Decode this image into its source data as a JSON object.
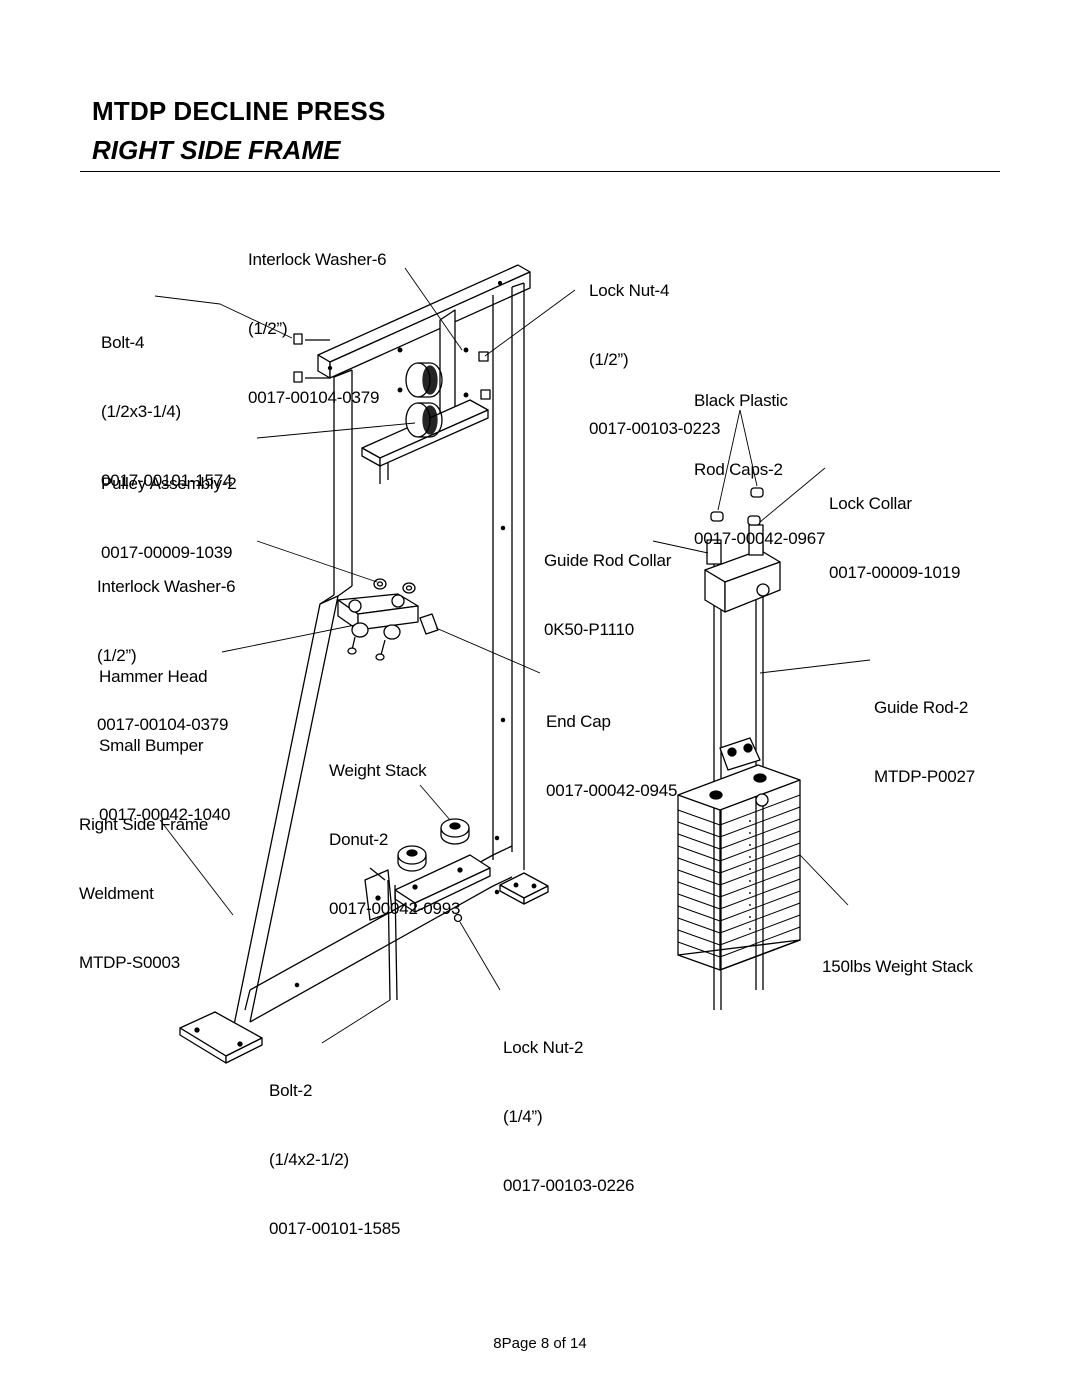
{
  "header": {
    "title": "MTDP DECLINE PRESS",
    "subtitle": "RIGHT SIDE FRAME"
  },
  "labels": {
    "interlock_washer_top": [
      "Interlock Washer-6",
      "(1/2”)",
      "0017-00104-0379"
    ],
    "lock_nut_4": [
      "Lock Nut-4",
      "(1/2”)",
      "0017-00103-0223"
    ],
    "bolt_4": [
      "Bolt-4",
      "(1/2x3-1/4)",
      "0017-00101-1574"
    ],
    "black_plastic_rod_caps": [
      "Black Plastic",
      "Rod Caps-2",
      "0017-00042-0967"
    ],
    "pulley_assembly": [
      "Pulley Assembly-2",
      "0017-00009-1039"
    ],
    "lock_collar": [
      "Lock Collar",
      "0017-00009-1019"
    ],
    "guide_rod_collar": [
      "Guide Rod Collar",
      "0K50-P1110"
    ],
    "interlock_washer_mid": [
      "Interlock Washer-6",
      "(1/2”)",
      "0017-00104-0379"
    ],
    "hammer_head_bumper": [
      "Hammer Head",
      "Small Bumper",
      "0017-00042-1040"
    ],
    "end_cap": [
      "End Cap",
      "0017-00042-0945"
    ],
    "guide_rod": [
      "Guide Rod-2",
      "MTDP-P0027"
    ],
    "weight_stack_donut": [
      "Weight Stack",
      "Donut-2",
      "0017-00042-0993"
    ],
    "right_side_frame": [
      "Right Side Frame",
      "Weldment",
      "MTDP-S0003"
    ],
    "weight_stack": [
      "150lbs Weight Stack"
    ],
    "lock_nut_2": [
      "Lock Nut-2",
      "(1/4”)",
      "0017-00103-0226"
    ],
    "bolt_2": [
      "Bolt-2",
      "(1/4x2-1/2)",
      "0017-00101-1585"
    ]
  },
  "footer": {
    "page": "8Page 8 of 14"
  }
}
